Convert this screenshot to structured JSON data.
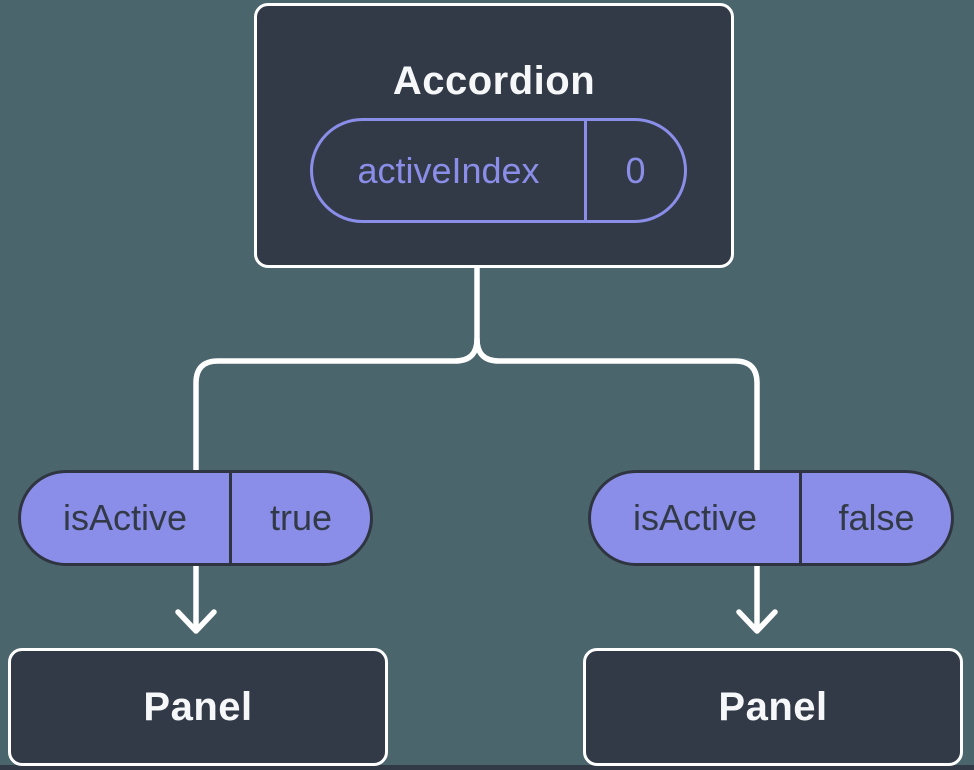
{
  "diagram": {
    "root": {
      "title": "Accordion",
      "prop": {
        "name": "activeIndex",
        "value": "0"
      }
    },
    "branches": [
      {
        "prop": {
          "name": "isActive",
          "value": "true"
        },
        "child": {
          "title": "Panel"
        }
      },
      {
        "prop": {
          "name": "isActive",
          "value": "false"
        },
        "child": {
          "title": "Panel"
        }
      }
    ]
  },
  "colors": {
    "background": "#4b656d",
    "node_fill": "#333a47",
    "node_border": "#ffffff",
    "title_text": "#f6f7f9",
    "accent_purple": "#8a8ee9",
    "pill_border": "#2f3540",
    "pill_text_dark": "#333a47",
    "connector": "#ffffff"
  }
}
